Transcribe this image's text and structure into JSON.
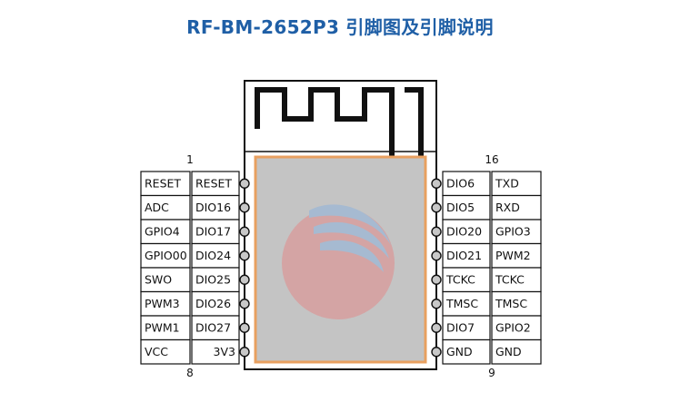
{
  "title": "RF-BM-2652P3 引脚图及引脚说明",
  "left_pins": {
    "top_number": "1",
    "bottom_number": "8",
    "rows": [
      {
        "function": "RESET",
        "name": "RESET"
      },
      {
        "function": "ADC",
        "name": "DIO16"
      },
      {
        "function": "GPIO4",
        "name": "DIO17"
      },
      {
        "function": "GPIO00",
        "name": "DIO24"
      },
      {
        "function": "SWO",
        "name": "DIO25"
      },
      {
        "function": "PWM3",
        "name": "DIO26"
      },
      {
        "function": "PWM1",
        "name": "DIO27"
      },
      {
        "function": "VCC",
        "name": "3V3"
      }
    ]
  },
  "right_pins": {
    "top_number": "16",
    "bottom_number": "9",
    "rows": [
      {
        "name": "DIO6",
        "function": "TXD"
      },
      {
        "name": "DIO5",
        "function": "RXD"
      },
      {
        "name": "DIO20",
        "function": "GPIO3"
      },
      {
        "name": "DIO21",
        "function": "PWM2"
      },
      {
        "name": "TCKC",
        "function": "TCKC"
      },
      {
        "name": "TMSC",
        "function": "TMSC"
      },
      {
        "name": "DIO7",
        "function": "GPIO2"
      },
      {
        "name": "GND",
        "function": "GND"
      }
    ]
  },
  "colors": {
    "title": "#1f5fa6",
    "shield_fill": "#c4c4c4",
    "shield_border": "#e8a060",
    "outline": "#111111"
  }
}
